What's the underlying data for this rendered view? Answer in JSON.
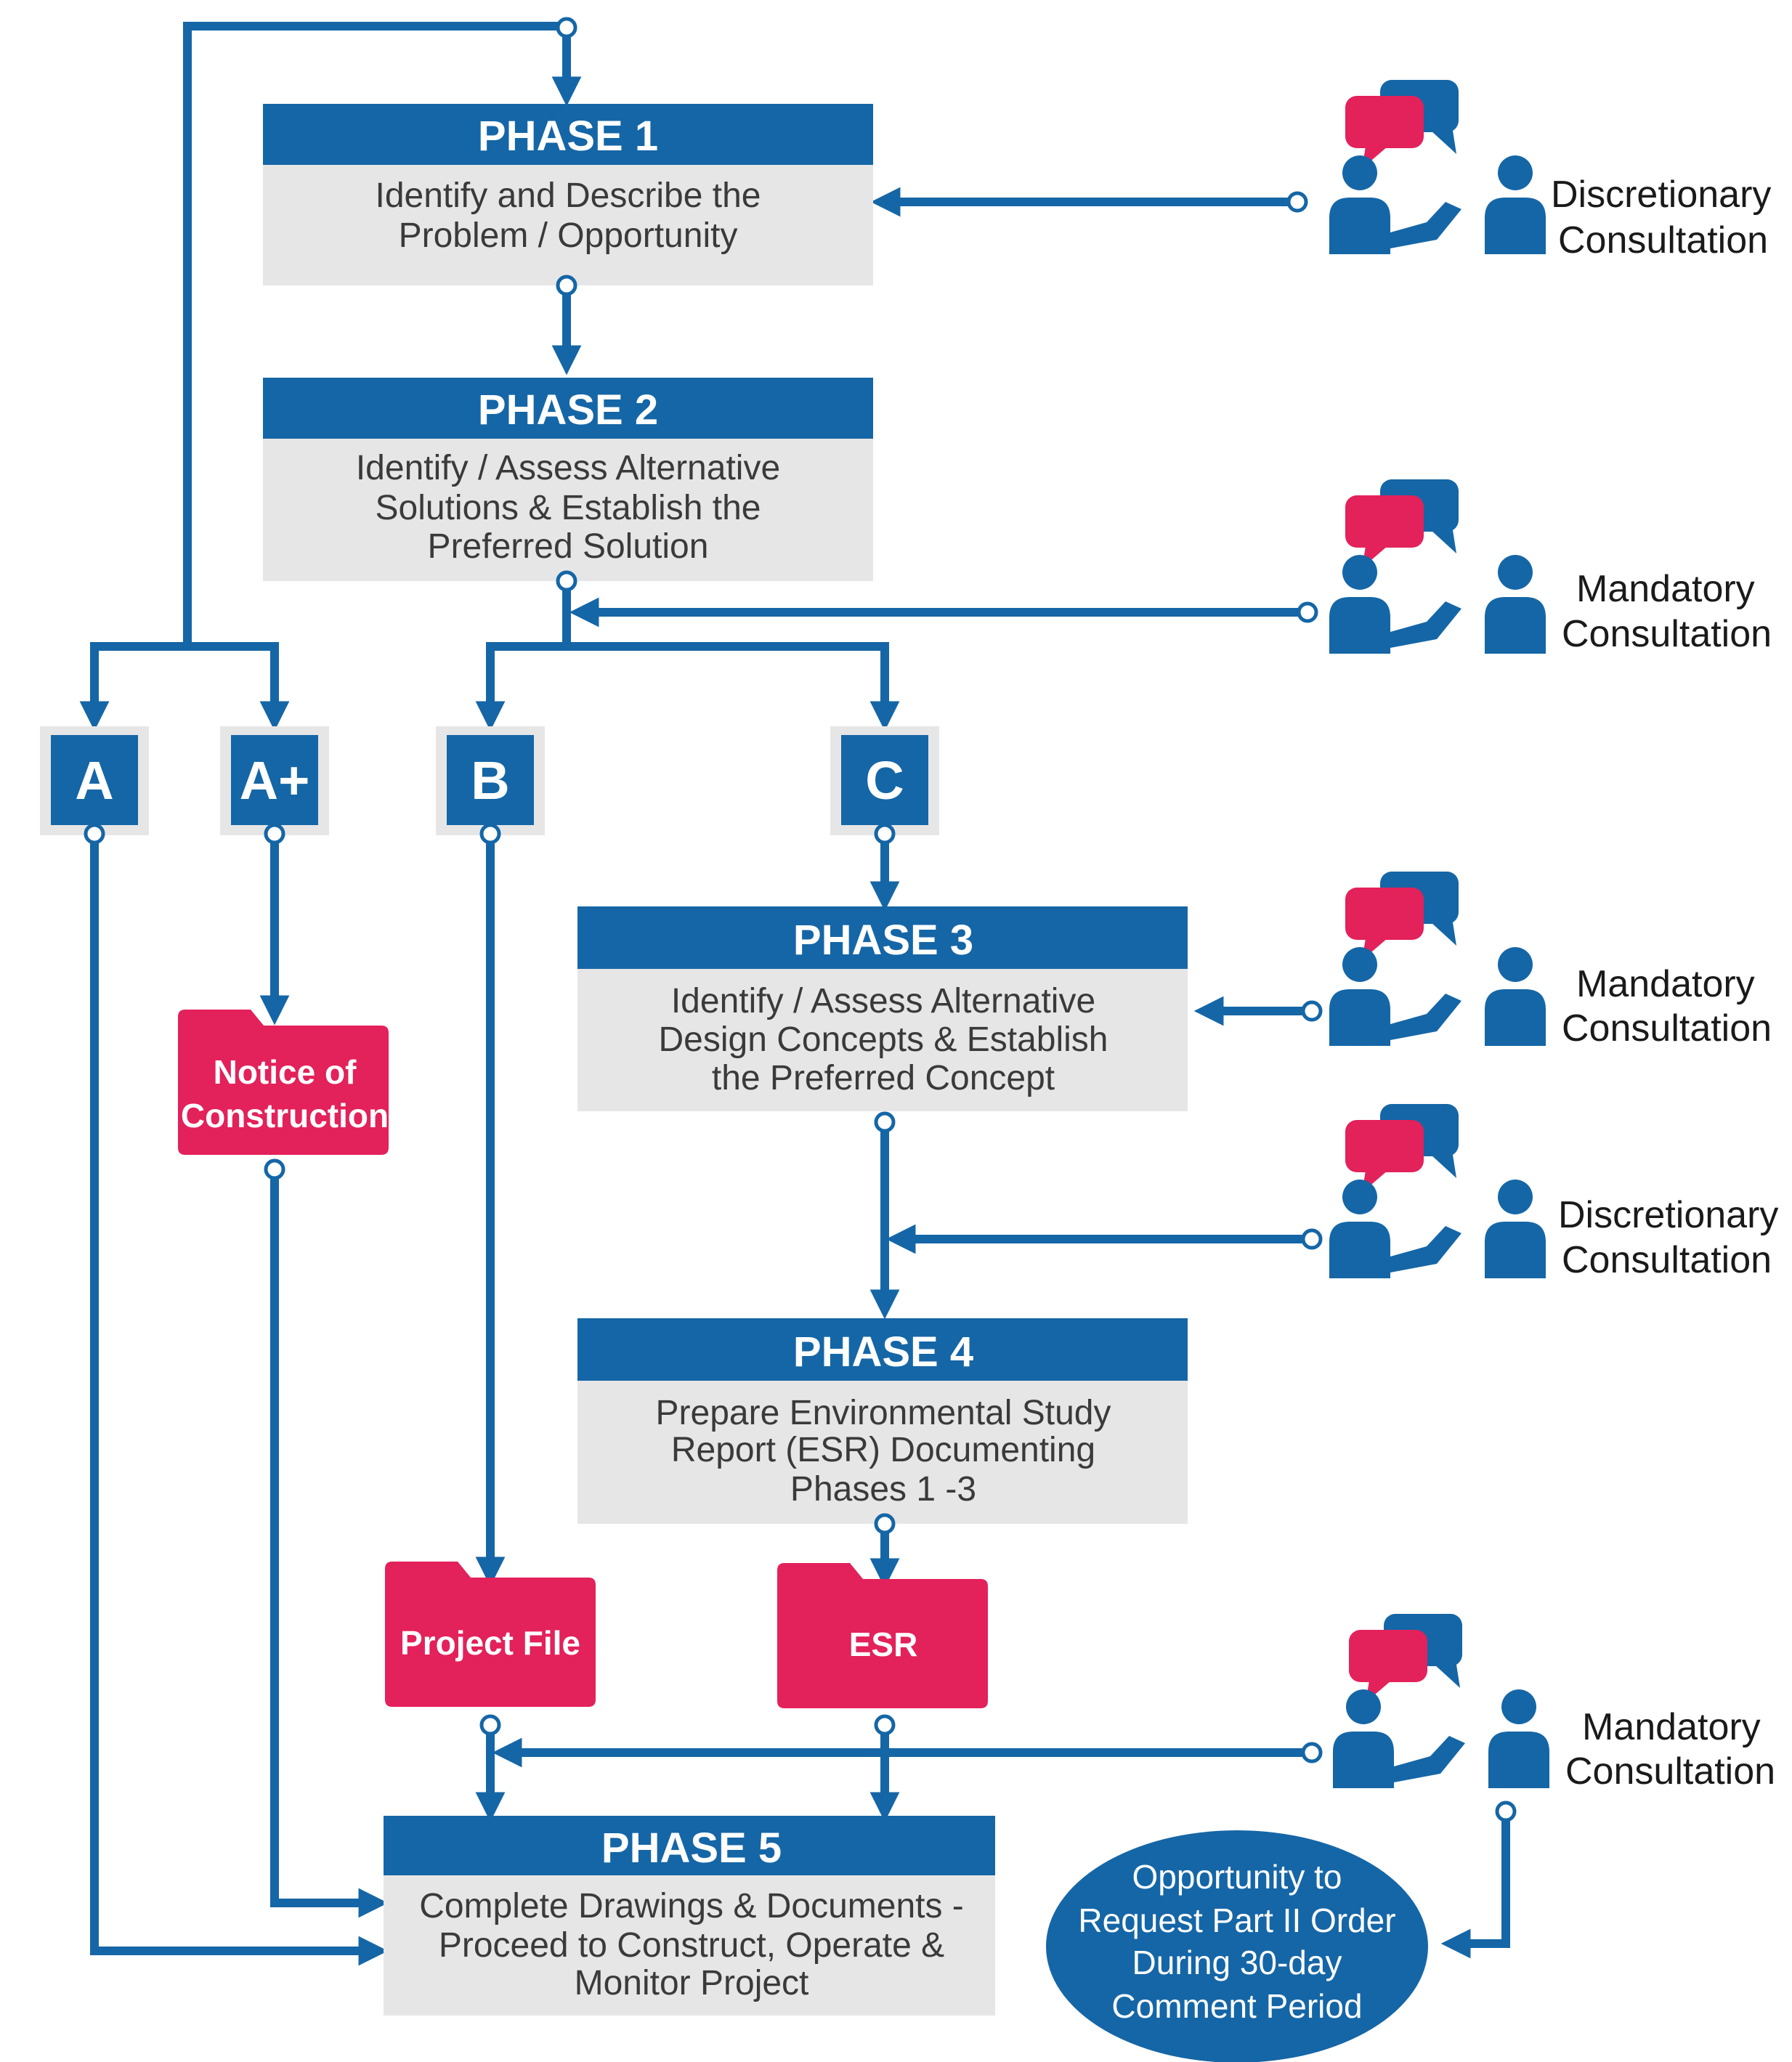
{
  "phases": [
    {
      "header": "PHASE 1",
      "body": [
        "Identify and Describe the",
        "Problem / Opportunity"
      ]
    },
    {
      "header": "PHASE 2",
      "body": [
        "Identify / Assess Alternative",
        "Solutions & Establish the",
        "Preferred Solution"
      ]
    },
    {
      "header": "PHASE 3",
      "body": [
        "Identify / Assess Alternative",
        "Design Concepts & Establish",
        "the Preferred Concept"
      ]
    },
    {
      "header": "PHASE 4",
      "body": [
        "Prepare Environmental Study",
        "Report (ESR) Documenting",
        "Phases 1 -3"
      ]
    },
    {
      "header": "PHASE 5",
      "body": [
        "Complete Drawings & Documents -",
        "Proceed to Construct, Operate &",
        "Monitor Project"
      ]
    }
  ],
  "schedules": {
    "a": "A",
    "a_plus": "A+",
    "b": "B",
    "c": "C"
  },
  "documents": {
    "notice": [
      "Notice of",
      "Construction"
    ],
    "project_file": "Project File",
    "esr": "ESR"
  },
  "consultations": [
    [
      "Discretionary",
      "Consultation"
    ],
    [
      "Mandatory",
      "Consultation"
    ],
    [
      "Mandatory",
      "Consultation"
    ],
    [
      "Discretionary",
      "Consultation"
    ],
    [
      "Mandatory",
      "Consultation"
    ]
  ],
  "part_ii_order": [
    "Opportunity to",
    "Request Part II Order",
    "During 30-day",
    "Comment Period"
  ],
  "colors": {
    "blue": "#1566a6",
    "pink": "#e3215a",
    "grey": "#e6e6e7",
    "chat_blue": "#1566a6",
    "chat_pink": "#e3215a"
  },
  "icons": {
    "consultation": "people-consulting-icon",
    "folder": "folder-icon"
  }
}
